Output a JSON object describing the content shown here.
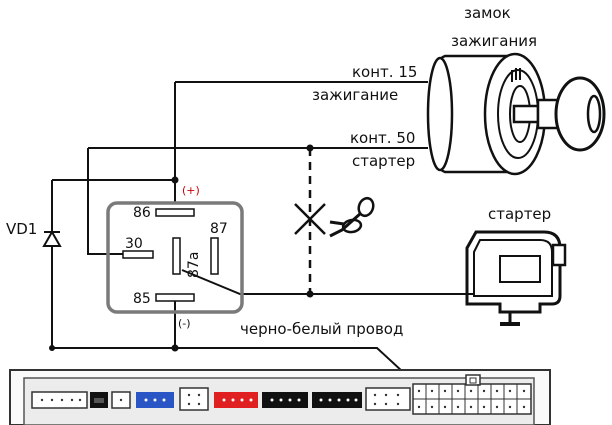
{
  "labels": {
    "ignition_lock_line1": "замок",
    "ignition_lock_line2": "зажигания",
    "contact15_line1": "конт. 15",
    "contact15_line2": "зажигание",
    "contact50_line1": "конт. 50",
    "contact50_line2": "стартер",
    "starter": "стартер",
    "diode": "VD1",
    "wire_bw": "черно-белый провод",
    "plus": "(+)",
    "minus": "(-)"
  },
  "relay_pins": {
    "p86": "86",
    "p87": "87",
    "p30": "30",
    "p87a": "87a",
    "p85": "85"
  },
  "colors": {
    "line": "#111111",
    "relay_border": "#7a7a7a",
    "plus_mark": "#cc0000",
    "connector_blue": "#2a55c4",
    "connector_red": "#e02020",
    "connector_black": "#111111",
    "connector_frame": "#e8e8e8"
  }
}
